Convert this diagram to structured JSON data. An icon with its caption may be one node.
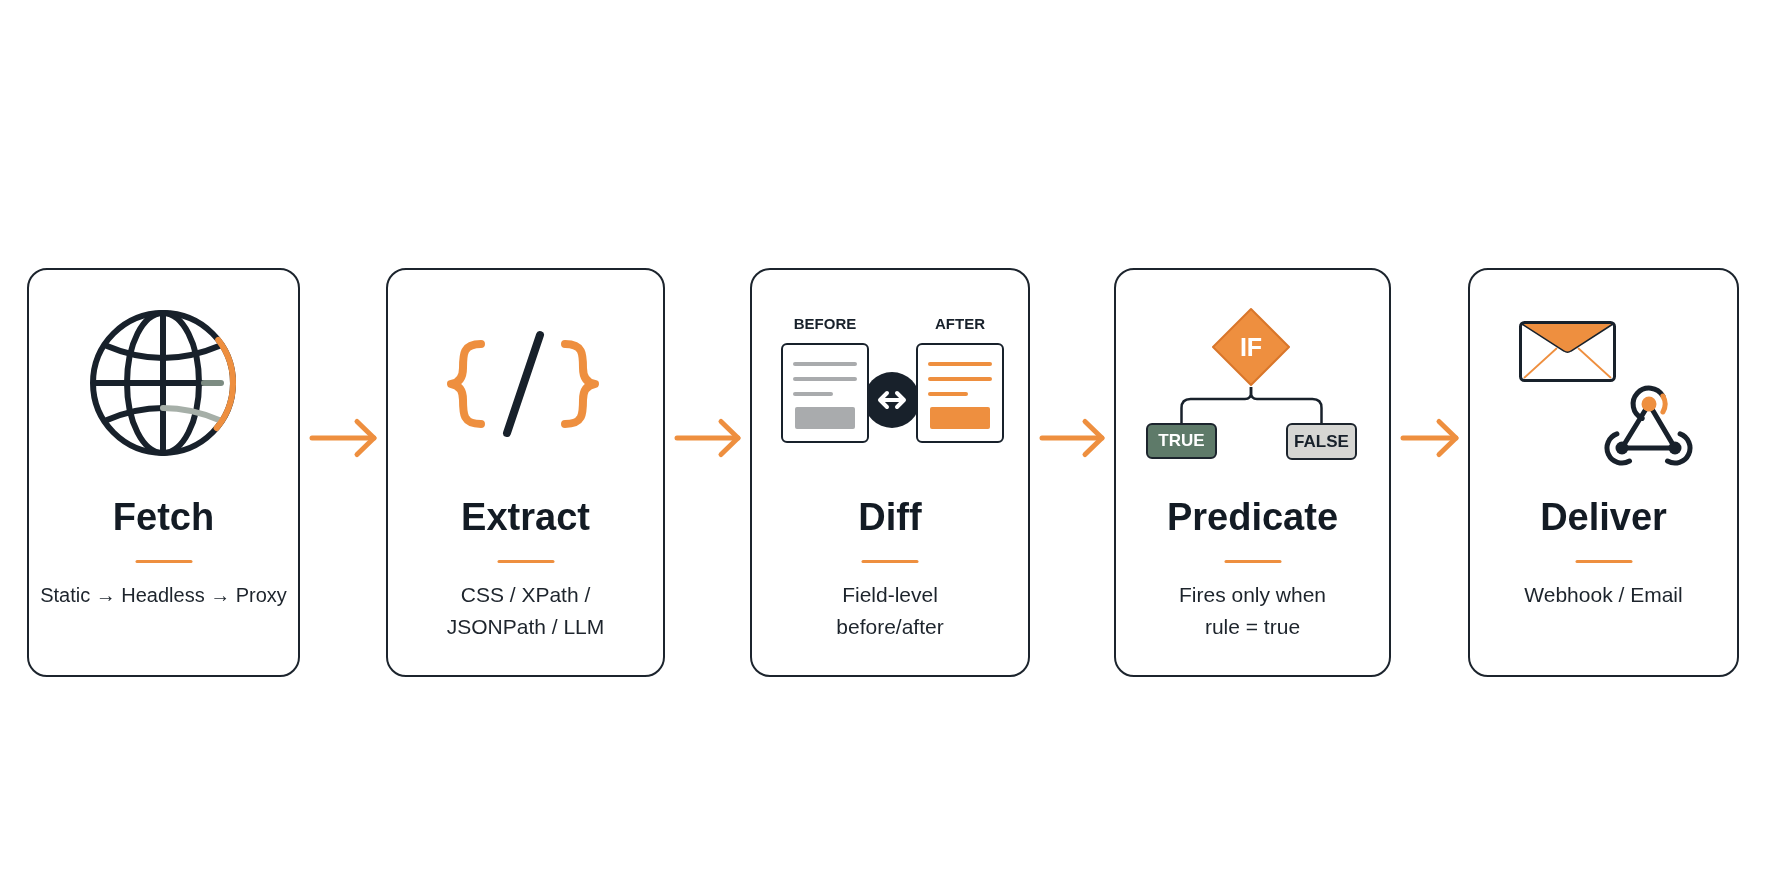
{
  "diagram": {
    "nodes": [
      {
        "text": [
          "Fetch",
          "Static → Headless → Proxy"
        ]
      },
      {
        "text": [
          "Extract",
          "CSS / XPath / JSONPath / LLM"
        ]
      },
      {
        "text": [
          "Diff",
          "Field-level before/after"
        ]
      },
      {
        "text": [
          "BEFORE"
        ],
        "in": 2
      },
      {
        "text": [
          "AFTER"
        ],
        "in": 2
      },
      {
        "text": [
          "Predicate",
          "Fires only when rule = true"
        ]
      },
      {
        "text": [
          "IF"
        ],
        "in": 5
      },
      {
        "text": [
          "TRUE"
        ],
        "in": 5
      },
      {
        "text": [
          "FALSE"
        ],
        "in": 5
      },
      {
        "text": [
          "Deliver",
          "Webhook / Email"
        ]
      }
    ],
    "edges": [
      {
        "from": 0,
        "to": 1,
        "arrow": "to"
      },
      {
        "from": 1,
        "to": 2,
        "arrow": "to"
      },
      {
        "from": 2,
        "to": 5,
        "arrow": "to"
      },
      {
        "from": 5,
        "to": 9,
        "arrow": "to"
      },
      {
        "from": 6,
        "to": 7,
        "arrow": "none",
        "color": "#18212b"
      },
      {
        "from": 6,
        "to": 8,
        "arrow": "none",
        "color": "#18212b"
      }
    ]
  }
}
